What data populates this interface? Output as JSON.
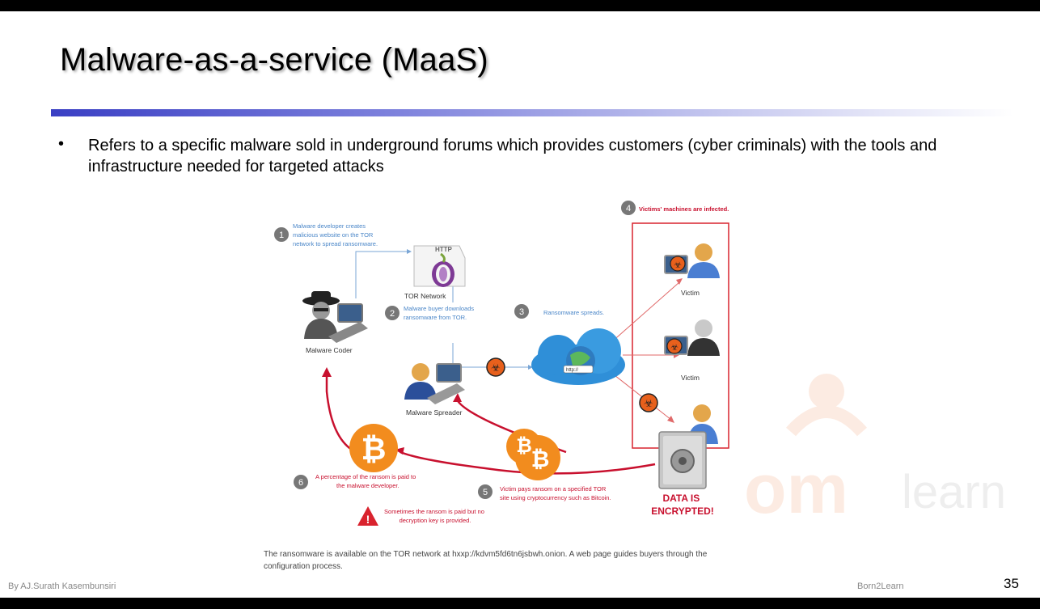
{
  "slide": {
    "title": "Malware-as-a-service (MaaS)",
    "bullet_symbol": "•",
    "bullet_text": "Refers to a specific malware sold in underground forums which provides customers (cyber criminals) with the tools and infrastructure needed for targeted attacks",
    "footer_author": "By AJ.Surath Kasembunsiri",
    "footer_brand": "Born2Learn",
    "page_number": "35",
    "watermark": "learn"
  },
  "diagram": {
    "steps": [
      {
        "num": "1",
        "text": [
          "Malware developer creates",
          "malicious website on the TOR",
          "network to spread ransomware."
        ]
      },
      {
        "num": "2",
        "text": [
          "Malware buyer downloads",
          "ransomware from TOR."
        ]
      },
      {
        "num": "3",
        "text": [
          "Ransomware spreads."
        ]
      },
      {
        "num": "4",
        "text": [
          "Victims' machines are infected."
        ]
      },
      {
        "num": "5",
        "text": [
          "Victim pays ransom on a specified TOR",
          "site using cryptocurrency such as Bitcoin."
        ]
      },
      {
        "num": "6",
        "text": [
          "A percentage of the ransom is paid to",
          "the malware developer."
        ]
      }
    ],
    "warning": [
      "Sometimes the ransom is paid but no",
      "decryption key is provided."
    ],
    "labels": {
      "tor": "TOR Network",
      "coder": "Malware Coder",
      "spreader": "Malware Spreader",
      "victim1": "Victim",
      "victim2": "Victim",
      "encrypted": [
        "DATA IS",
        "ENCRYPTED!"
      ],
      "http": "HTTP",
      "url": "http://"
    },
    "caption": "The ransomware is available on the TOR network at hxxp://kdvm5fd6tn6jsbwh.onion. A web page guides buyers through the configuration process.",
    "colors": {
      "blue_text": "#4a86c8",
      "red": "#c8102e",
      "bitcoin": "#f28c1e",
      "biohazard": "#e8601c"
    }
  }
}
